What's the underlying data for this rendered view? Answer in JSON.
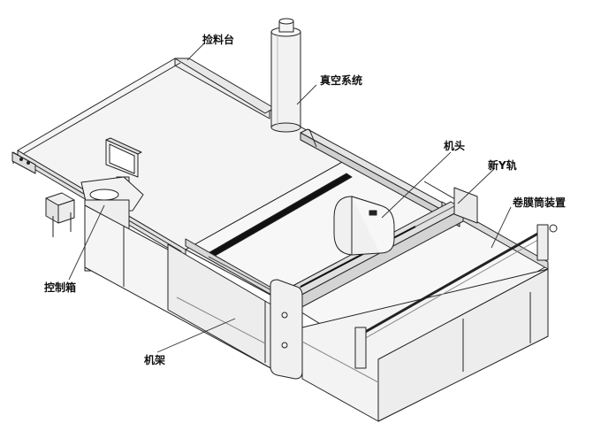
{
  "labels": {
    "picking_table": "捡料台",
    "vacuum_system": "真空系统",
    "machine_head": "机头",
    "new_y_rail": "新Y轨",
    "film_roll_device": "卷膜筒装置",
    "control_box": "控制箱",
    "machine_frame": "机架"
  }
}
